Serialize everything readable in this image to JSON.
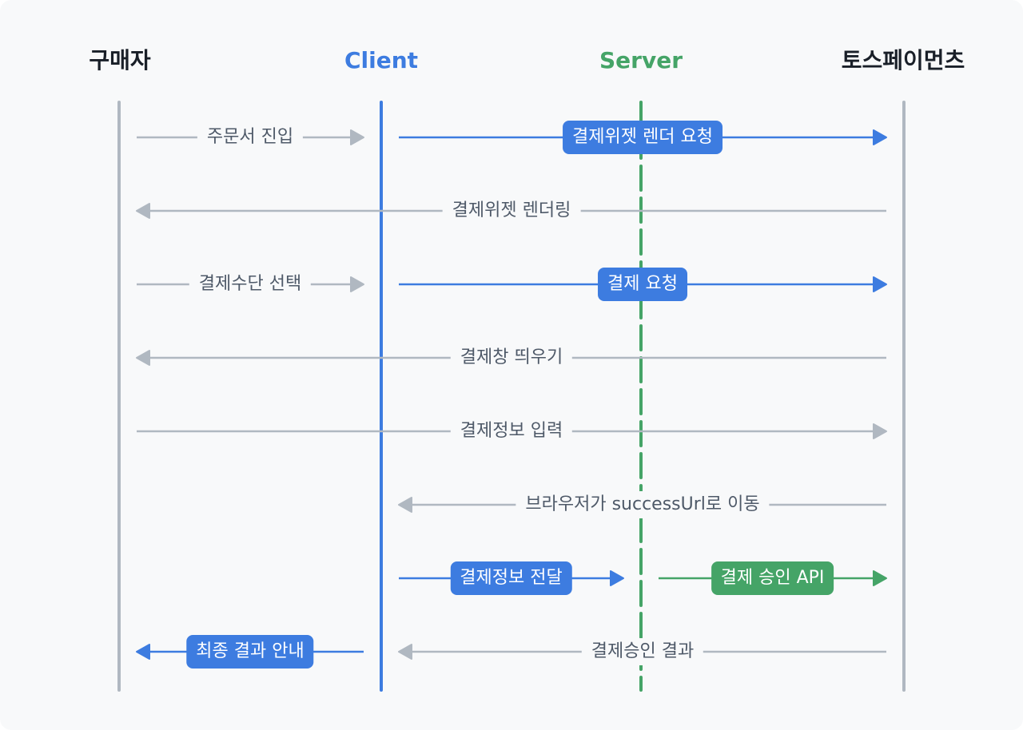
{
  "actors": {
    "buyer": "구매자",
    "client": "Client",
    "server": "Server",
    "toss": "토스페이먼츠"
  },
  "colors": {
    "blue": "#3d7ce0",
    "green": "#45a467",
    "gray": "#b0b8c1",
    "text": "#4e5968",
    "title": "#191f28"
  },
  "messages": [
    {
      "id": "m1",
      "from": "buyer",
      "to": "client",
      "label": "주문서 진입",
      "style": "plain",
      "color": "gray"
    },
    {
      "id": "m2",
      "from": "client",
      "to": "toss",
      "label": "결제위젯 렌더 요청",
      "style": "pill",
      "color": "blue"
    },
    {
      "id": "m3",
      "from": "toss",
      "to": "buyer",
      "label": "결제위젯 렌더링",
      "style": "plain",
      "color": "gray"
    },
    {
      "id": "m4",
      "from": "buyer",
      "to": "client",
      "label": "결제수단 선택",
      "style": "plain",
      "color": "gray"
    },
    {
      "id": "m5",
      "from": "client",
      "to": "toss",
      "label": "결제 요청",
      "style": "pill",
      "color": "blue"
    },
    {
      "id": "m6",
      "from": "toss",
      "to": "buyer",
      "label": "결제창 띄우기",
      "style": "plain",
      "color": "gray"
    },
    {
      "id": "m7",
      "from": "buyer",
      "to": "toss",
      "label": "결제정보 입력",
      "style": "plain",
      "color": "gray"
    },
    {
      "id": "m8",
      "from": "toss",
      "to": "client",
      "label": "브라우저가 successUrl로 이동",
      "style": "plain",
      "color": "gray"
    },
    {
      "id": "m9",
      "from": "client",
      "to": "server",
      "label": "결제정보 전달",
      "style": "pill",
      "color": "blue"
    },
    {
      "id": "m10",
      "from": "server",
      "to": "toss",
      "label": "결제 승인 API",
      "style": "pill",
      "color": "green"
    },
    {
      "id": "m11",
      "from": "toss",
      "to": "client",
      "label": "결제승인 결과",
      "style": "plain",
      "color": "gray"
    },
    {
      "id": "m12",
      "from": "client",
      "to": "buyer",
      "label": "최종 결과 안내",
      "style": "pill",
      "color": "blue"
    }
  ]
}
